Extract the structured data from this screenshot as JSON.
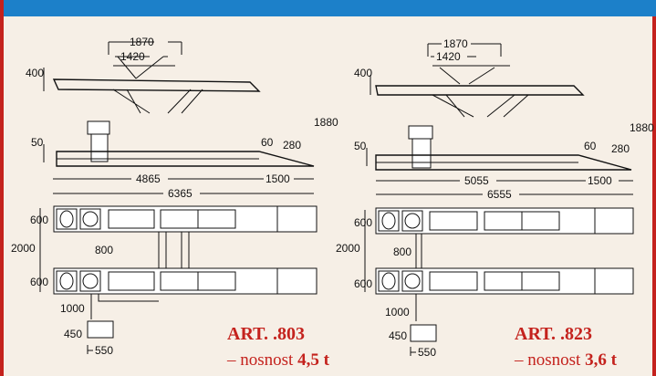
{
  "colors": {
    "accent_blue": "#1c80c9",
    "accent_red": "#c4221d",
    "background": "#f6efe6"
  },
  "models": [
    {
      "dims": {
        "top_span": "1870",
        "inner_span": "1420",
        "min_height": "400",
        "max_height": "1880",
        "platform_height": "50",
        "ramp_height": "60",
        "ramp_top": "280",
        "platform_length": "4865",
        "ramp_length": "1500",
        "total_length": "6365",
        "width": "2000",
        "track_1": "600",
        "track_2": "600",
        "gap": "800",
        "pad_offset": "1000",
        "pad_w": "450",
        "pad_h": "550"
      },
      "art": "ART. .803",
      "capacity_prefix": "– nosnost ",
      "capacity_value": "4,5 t"
    },
    {
      "dims": {
        "top_span": "1870",
        "inner_span": "1420",
        "min_height": "400",
        "max_height": "1880",
        "platform_height": "50",
        "ramp_height": "60",
        "ramp_top": "280",
        "platform_length": "5055",
        "ramp_length": "1500",
        "total_length": "6555",
        "width": "2000",
        "track_1": "600",
        "track_2": "600",
        "gap": "800",
        "pad_offset": "1000",
        "pad_w": "450",
        "pad_h": "550"
      },
      "art": "ART. .823",
      "capacity_prefix": "– nosnost ",
      "capacity_value": "3,6 t"
    }
  ]
}
